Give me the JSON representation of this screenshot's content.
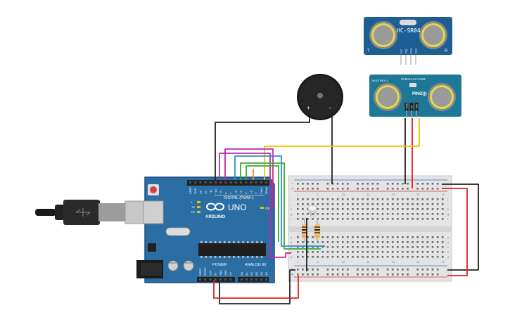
{
  "arduino": {
    "digital_label": "DIGITAL (PWM~)",
    "pin_labels": [
      "AREF",
      "GND",
      "13",
      "12",
      "~11",
      "~10",
      "~9",
      "8",
      "7",
      "~6",
      "~5",
      "4",
      "~3",
      "2",
      "TX▸1",
      "RX◂0"
    ],
    "brand_text": "ARDUINO",
    "model_text": "UNO",
    "power_label": "POWER",
    "analog_label": "ANALOG IN",
    "power_pins": [
      "IOREF",
      "RESET",
      "3.3V",
      "5V",
      "GND",
      "GND",
      "Vin"
    ],
    "analog_pins": [
      "A0",
      "A1",
      "A2",
      "A3",
      "A4",
      "A5"
    ],
    "led_labels": [
      "L",
      "TX",
      "RX"
    ],
    "on_label": "ON",
    "colors": {
      "board": "#2b6ea3",
      "header": "#222222",
      "usb": "#bdbdbd"
    }
  },
  "hcsr04": {
    "model_text": "HC-SR04",
    "pins": [
      "Vcc",
      "Trig",
      "Echo",
      "Gnd"
    ],
    "corner_labels": [
      "T",
      "R"
    ],
    "color": "#1d5f95"
  },
  "ping": {
    "top_text": "PARALLAX.COM",
    "rev_text": "28015 REV C",
    "model_text": "PING)))",
    "pins": [
      "GND",
      "5V",
      "SIG"
    ],
    "color": "#1e7797"
  },
  "buzzer": {
    "plus_label": "+",
    "minus_label": "–"
  },
  "breadboard": {
    "col_numbers": [
      "1",
      "5",
      "10",
      "15",
      "20",
      "25",
      "30"
    ],
    "row_letters_top": [
      "j",
      "i",
      "h",
      "g",
      "f"
    ],
    "row_letters_bottom": [
      "e",
      "d",
      "c",
      "b",
      "a"
    ],
    "rail_signs": [
      "+",
      "–"
    ]
  },
  "wire_colors": {
    "black": "#222222",
    "red": "#e02020",
    "yellow": "#f2c200",
    "magenta": "#c02aa0",
    "blue": "#2a8fd6",
    "green": "#3aaa35",
    "orange": "#f28c1a"
  }
}
